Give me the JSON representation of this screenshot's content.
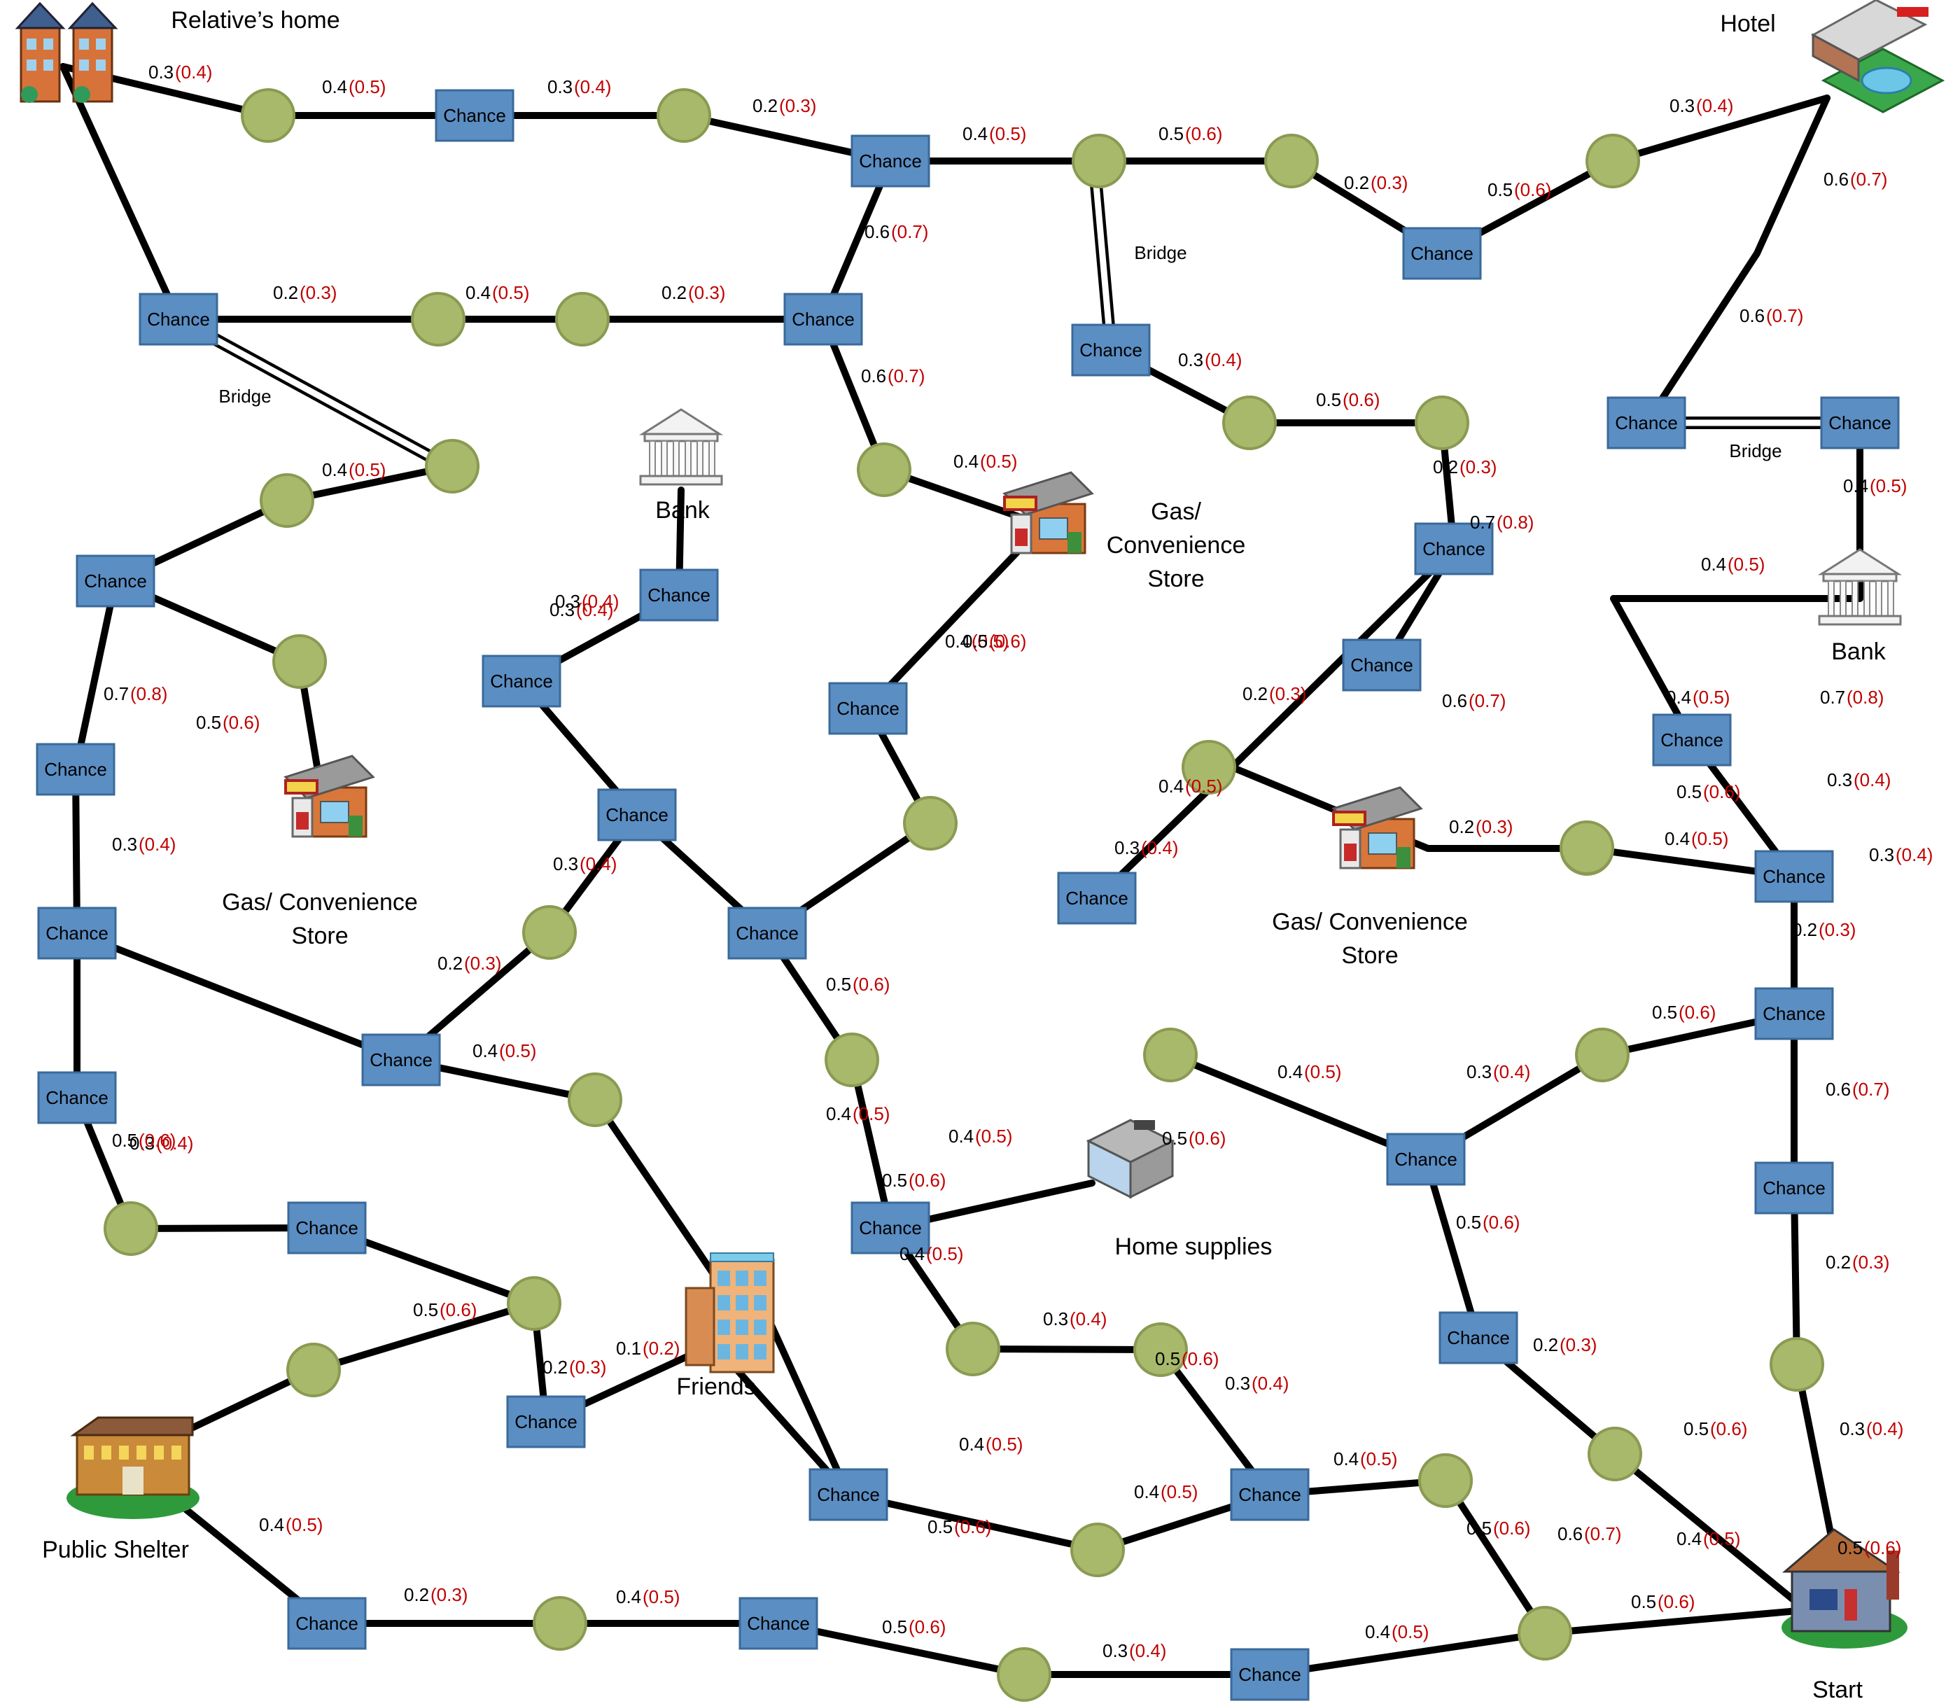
{
  "places": {
    "relatives_home": "Relative’s home",
    "hotel": "Hotel",
    "bank_center": "Bank",
    "bank_right": "Bank",
    "gas_top_1": "Gas/",
    "gas_top_2": "Convenience",
    "gas_top_3": "Store",
    "gas_left_1": "Gas/ Convenience",
    "gas_left_2": "Store",
    "gas_right_1": "Gas/ Convenience",
    "gas_right_2": "Store",
    "home_supplies": "Home supplies",
    "friends": "Friends",
    "public_shelter": "Public Shelter",
    "start": "Start"
  },
  "chance_label": "Chance",
  "bridge_label": "Bridge",
  "edge_labels": [
    {
      "a": "0.3",
      "b": "(0.4)"
    },
    {
      "a": "0.4",
      "b": "(0.5)"
    },
    {
      "a": "0.3",
      "b": "(0.4)"
    },
    {
      "a": "0.2",
      "b": "(0.3)"
    },
    {
      "a": "0.4",
      "b": "(0.5)"
    },
    {
      "a": "0.5",
      "b": "(0.6)"
    },
    {
      "a": "0.2",
      "b": "(0.3)"
    },
    {
      "a": "0.5",
      "b": "(0.6)"
    },
    {
      "a": "0.3",
      "b": "(0.4)"
    },
    {
      "a": "0.6",
      "b": "(0.7)"
    },
    {
      "a": "0.6",
      "b": "(0.7)"
    },
    {
      "a": "0.2",
      "b": "(0.3)"
    },
    {
      "a": "0.4",
      "b": "(0.5)"
    },
    {
      "a": "0.2",
      "b": "(0.3)"
    },
    {
      "a": "0.6",
      "b": "(0.7)"
    },
    {
      "a": "0.3",
      "b": "(0.4)"
    },
    {
      "a": "0.5",
      "b": "(0.6)"
    },
    {
      "a": "0.7",
      "b": "(0.8)"
    },
    {
      "a": "0.6",
      "b": "(0.7)"
    },
    {
      "a": "0.4",
      "b": "(0.5)"
    },
    {
      "a": "0.2",
      "b": "(0.3)"
    },
    {
      "a": "0.4",
      "b": "(0.5)"
    },
    {
      "a": "0.4",
      "b": "(0.5)"
    },
    {
      "a": "0.4",
      "b": "(0.5)"
    },
    {
      "a": "0.5",
      "b": "(0.6)"
    },
    {
      "a": "0.4",
      "b": "(0.5)"
    },
    {
      "a": "0.7",
      "b": "(0.8)"
    },
    {
      "a": "0.5",
      "b": "(0.6)"
    },
    {
      "a": "0.3",
      "b": "(0.4)"
    },
    {
      "a": "0.7",
      "b": "(0.8)"
    },
    {
      "a": "0.4",
      "b": "(0.5)"
    },
    {
      "a": "0.6",
      "b": "(0.7)"
    },
    {
      "a": "0.3",
      "b": "(0.4)"
    },
    {
      "a": "0.2",
      "b": "(0.3)"
    },
    {
      "a": "0.3",
      "b": "(0.4)"
    },
    {
      "a": "0.4",
      "b": "(0.5)"
    },
    {
      "a": "0.5",
      "b": "(0.6)"
    },
    {
      "a": "0.2",
      "b": "(0.3)"
    },
    {
      "a": "0.4",
      "b": "(0.5)"
    },
    {
      "a": "0.3",
      "b": "(0.4)"
    },
    {
      "a": "0.2",
      "b": "(0.3)"
    },
    {
      "a": "0.3",
      "b": "(0.4)"
    },
    {
      "a": "0.5",
      "b": "(0.6)"
    },
    {
      "a": "0.3",
      "b": "(0.4)"
    },
    {
      "a": "0.5",
      "b": "(0.6)"
    },
    {
      "a": "0.2",
      "b": "(0.3)"
    },
    {
      "a": "0.4",
      "b": "(0.5)"
    },
    {
      "a": "0.4",
      "b": "(0.5)"
    },
    {
      "a": "0.6",
      "b": "(0.7)"
    },
    {
      "a": "0.4",
      "b": "(0.5)"
    },
    {
      "a": "0.5",
      "b": "(0.6)"
    },
    {
      "a": "0.4",
      "b": "(0.5)"
    },
    {
      "a": "0.3",
      "b": "(0.4)"
    },
    {
      "a": "0.5",
      "b": "(0.6)"
    },
    {
      "a": "0.4",
      "b": "(0.5)"
    },
    {
      "a": "0.5",
      "b": "(0.6)"
    },
    {
      "a": "0.3",
      "b": "(0.4)"
    },
    {
      "a": "0.5",
      "b": "(0.6)"
    },
    {
      "a": "0.1",
      "b": "(0.2)"
    },
    {
      "a": "0.2",
      "b": "(0.3)"
    },
    {
      "a": "0.5",
      "b": "(0.6)"
    },
    {
      "a": "0.2",
      "b": "(0.3)"
    },
    {
      "a": "0.3",
      "b": "(0.4)"
    },
    {
      "a": "0.5",
      "b": "(0.6)"
    },
    {
      "a": "0.4",
      "b": "(0.5)"
    },
    {
      "a": "0.5",
      "b": "(0.6)"
    },
    {
      "a": "0.4",
      "b": "(0.5)"
    },
    {
      "a": "0.3",
      "b": "(0.4)"
    },
    {
      "a": "0.5",
      "b": "(0.6)"
    },
    {
      "a": "0.5",
      "b": "(0.6)"
    },
    {
      "a": "0.4",
      "b": "(0.5)"
    },
    {
      "a": "0.3",
      "b": "(0.4)"
    },
    {
      "a": "0.5",
      "b": "(0.6)"
    },
    {
      "a": "0.6",
      "b": "(0.7)"
    },
    {
      "a": "0.5",
      "b": "(0.6)"
    },
    {
      "a": "0.3",
      "b": "(0.4)"
    },
    {
      "a": "0.4",
      "b": "(0.5)"
    },
    {
      "a": "0.3",
      "b": "(0.4)"
    },
    {
      "a": "0.5",
      "b": "(0.6)"
    },
    {
      "a": "0.4",
      "b": "(0.5)"
    },
    {
      "a": "0.2",
      "b": "(0.3)"
    },
    {
      "a": "0.4",
      "b": "(0.5)"
    },
    {
      "a": "0.2",
      "b": "(0.3)"
    },
    {
      "a": "0.4",
      "b": "(0.5)"
    }
  ],
  "colors": {
    "edge": "#000000",
    "node": "#a9b96b",
    "chance": "#5b8ec3",
    "probability": "#000000",
    "probability_alt": "#c00000"
  }
}
